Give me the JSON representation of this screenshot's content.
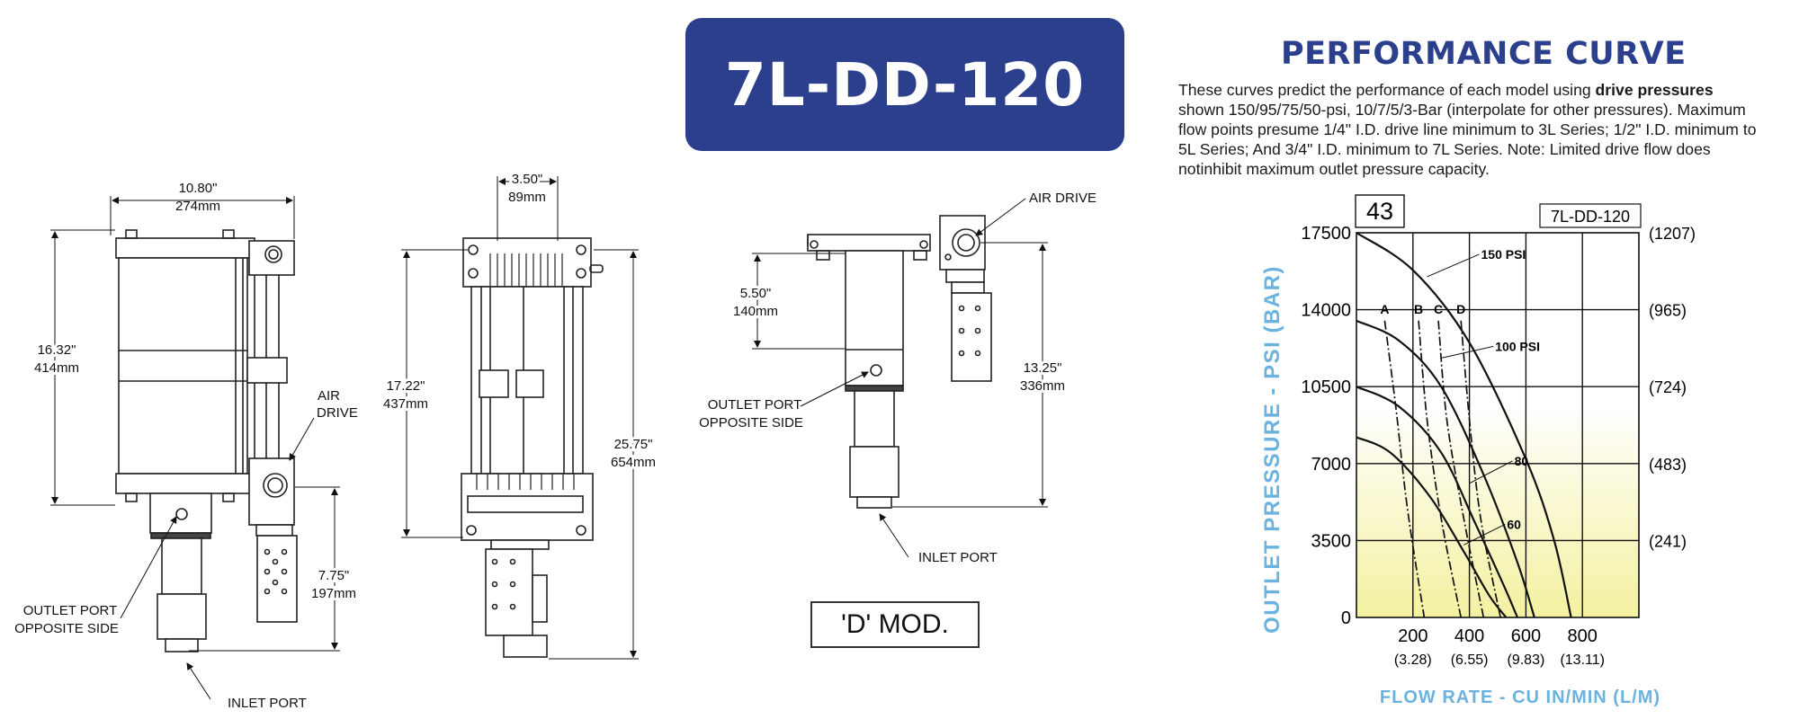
{
  "model_title": "7L-DD-120",
  "perf_title": "PERFORMANCE CURVE",
  "description": {
    "part1": "These curves predict the performance of each model using ",
    "bold": "drive pressures",
    "part2": " shown 150/95/75/50-psi, 10/7/5/3-Bar (interpolate for other pressures). Maximum flow points presume 1/4\" I.D. drive line minimum to 3L Series; 1/2\" I.D. minimum to 5L Series; And 3/4\" I.D. minimum to 7L Series. Note: Limited drive flow does notinhibit maximum outlet pressure capacity."
  },
  "mod_label": "'D' MOD.",
  "drawings": {
    "front": {
      "width_in": "10.80\"",
      "width_mm": "274mm",
      "height_in": "16.32\"",
      "height_mm": "414mm",
      "inlet_in": "7.75\"",
      "inlet_mm": "197mm",
      "air_drive_1": "AIR",
      "air_drive_2": "DRIVE",
      "outlet_1": "OUTLET PORT",
      "outlet_2": "OPPOSITE SIDE",
      "inlet": "INLET PORT"
    },
    "side": {
      "width_in": "3.50\"",
      "width_mm": "89mm",
      "height_in": "17.22\"",
      "height_mm": "437mm",
      "total_in": "25.75\"",
      "total_mm": "654mm"
    },
    "mod": {
      "top_in": "5.50\"",
      "top_mm": "140mm",
      "right_in": "13.25\"",
      "right_mm": "336mm",
      "air_drive": "AIR DRIVE",
      "outlet_1": "OUTLET PORT",
      "outlet_2": "OPPOSITE SIDE",
      "inlet": "INLET PORT"
    }
  },
  "chart_data": {
    "type": "line",
    "badge": "43",
    "chart_label": "7L-DD-120",
    "ylabel": "OUTLET PRESSURE - PSI (BAR)",
    "xlabel": "FLOW RATE - CU IN/MIN (L/M)",
    "xlim": [
      0,
      1000
    ],
    "ylim": [
      0,
      17500
    ],
    "y_ticks": [
      {
        "value": 17500,
        "label": "17500",
        "bar": "(1207)"
      },
      {
        "value": 14000,
        "label": "14000",
        "bar": "(965)"
      },
      {
        "value": 10500,
        "label": "10500",
        "bar": "(724)"
      },
      {
        "value": 7000,
        "label": "7000",
        "bar": "(483)"
      },
      {
        "value": 3500,
        "label": "3500",
        "bar": "(241)"
      },
      {
        "value": 0,
        "label": "0",
        "bar": ""
      }
    ],
    "x_ticks": [
      {
        "value": 200,
        "label": "200",
        "lm": "(3.28)"
      },
      {
        "value": 400,
        "label": "400",
        "lm": "(6.55)"
      },
      {
        "value": 600,
        "label": "600",
        "lm": "(9.83)"
      },
      {
        "value": 800,
        "label": "800",
        "lm": "(13.11)"
      }
    ],
    "series": [
      {
        "name": "150 PSI",
        "x": [
          0,
          200,
          400,
          600,
          700,
          760
        ],
        "y": [
          17500,
          15800,
          12500,
          7200,
          3500,
          0
        ]
      },
      {
        "name": "100 PSI",
        "x": [
          0,
          150,
          300,
          450,
          570,
          630
        ],
        "y": [
          13500,
          12600,
          10500,
          6500,
          2500,
          0
        ]
      },
      {
        "name": "80",
        "x": [
          0,
          150,
          300,
          420,
          520,
          570
        ],
        "y": [
          10500,
          9600,
          7500,
          4300,
          1500,
          0
        ]
      },
      {
        "name": "60",
        "x": [
          0,
          120,
          260,
          380,
          470,
          530
        ],
        "y": [
          8200,
          7500,
          5500,
          3000,
          1000,
          0
        ]
      }
    ],
    "flow_limits": [
      {
        "name": "A",
        "x": [
          100,
          140,
          180,
          240
        ],
        "y": [
          13500,
          9500,
          5000,
          0
        ]
      },
      {
        "name": "B",
        "x": [
          220,
          250,
          300,
          370
        ],
        "y": [
          13500,
          9000,
          4500,
          0
        ]
      },
      {
        "name": "C",
        "x": [
          290,
          320,
          380,
          450
        ],
        "y": [
          13500,
          9000,
          4500,
          0
        ]
      },
      {
        "name": "D",
        "x": [
          370,
          400,
          440,
          510
        ],
        "y": [
          13500,
          9000,
          4500,
          0
        ]
      }
    ],
    "annotations": [
      "150 PSI",
      "100 PSI",
      "80",
      "60"
    ]
  },
  "colors": {
    "title_bg": "#2c3f8d",
    "axis_label": "#6ab3e0",
    "gradient_top": "#ffffff",
    "gradient_bottom": "#f3f1a0"
  }
}
